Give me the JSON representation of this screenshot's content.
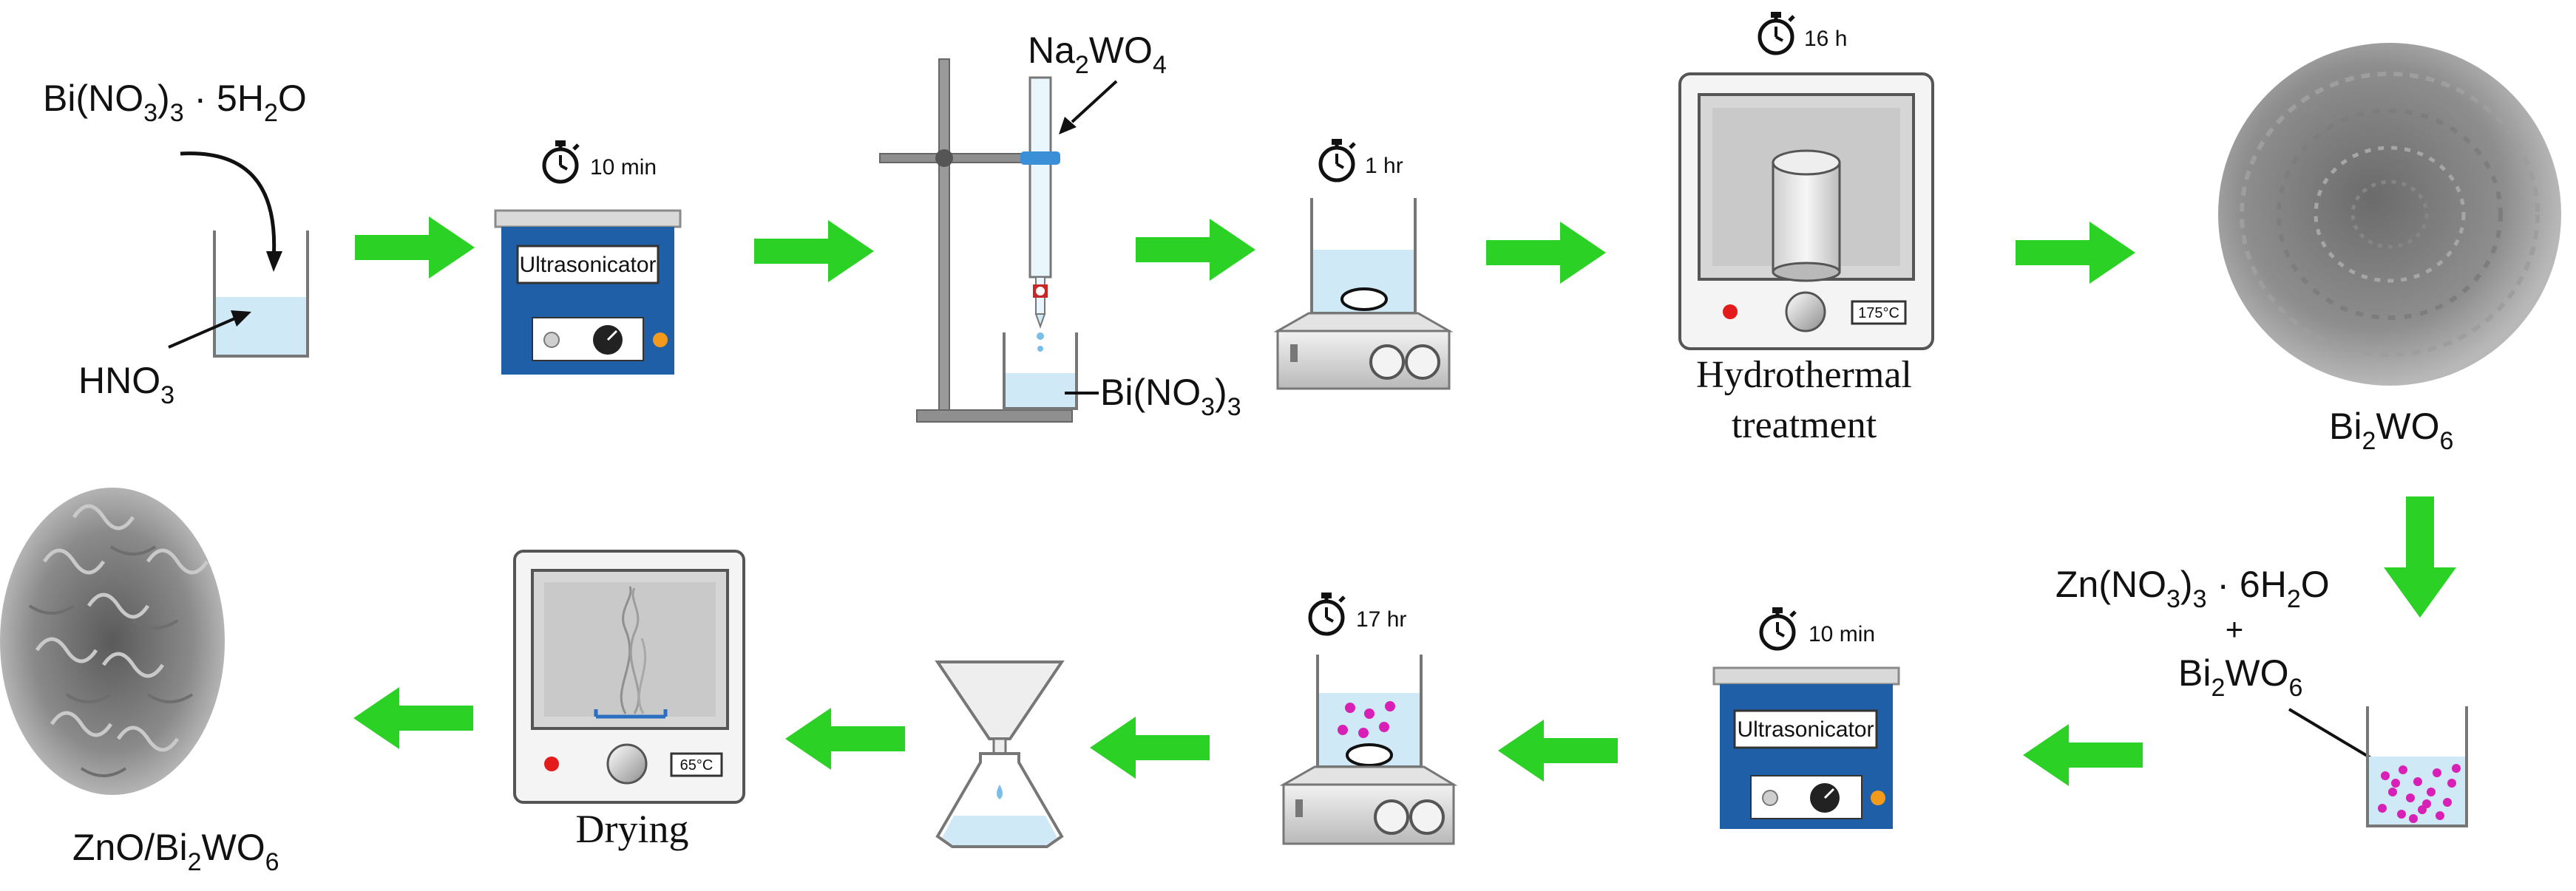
{
  "colors": {
    "arrow": "#2bd124",
    "liquid": "#cfeaf6",
    "sonicator_body": "#1f5fa8",
    "particles": "#d81fb6",
    "indicator_red": "#e41b1b",
    "indicator_orange": "#f39a1c"
  },
  "steps": {
    "dissolve": {
      "reagent_main": "Bi(NO",
      "reagent_sub1": "3",
      "reagent_mid": ")",
      "reagent_sub2": "3",
      "reagent_tail": " · 5H",
      "reagent_sub3": "2",
      "reagent_end": "O",
      "acid_main": "HNO",
      "acid_sub": "3"
    },
    "sonication1": {
      "timer": "10 min",
      "device_label": "Ultrasonicator"
    },
    "titration": {
      "titrant_main": "Na",
      "titrant_sub1": "2",
      "titrant_mid": "WO",
      "titrant_sub2": "4",
      "receiver_main": "Bi(NO",
      "receiver_sub": "3",
      "receiver_mid": ")",
      "receiver_sub2": "3"
    },
    "stirring1": {
      "timer": "1 hr"
    },
    "hydrothermal": {
      "timer": "16 h",
      "temperature": "175°C",
      "label_line1": "Hydrothermal",
      "label_line2": "treatment"
    },
    "product1": {
      "main": "Bi",
      "sub1": "2",
      "mid": "WO",
      "sub2": "6"
    },
    "mixing": {
      "zn_main": "Zn(NO",
      "zn_sub1": "3",
      "zn_mid": ")",
      "zn_sub2": "3",
      "zn_tail": " · 6H",
      "zn_sub3": "2",
      "zn_end": "O",
      "plus": "+",
      "bi_main": "Bi",
      "bi_sub1": "2",
      "bi_mid": "WO",
      "bi_sub2": "6"
    },
    "sonication2": {
      "timer": "10 min",
      "device_label": "Ultrasonicator"
    },
    "stirring2": {
      "timer": "17 hr"
    },
    "drying": {
      "temperature": "65°C",
      "label": "Drying"
    },
    "product2": {
      "main": "ZnO/Bi",
      "sub1": "2",
      "mid": "WO",
      "sub2": "6"
    }
  }
}
